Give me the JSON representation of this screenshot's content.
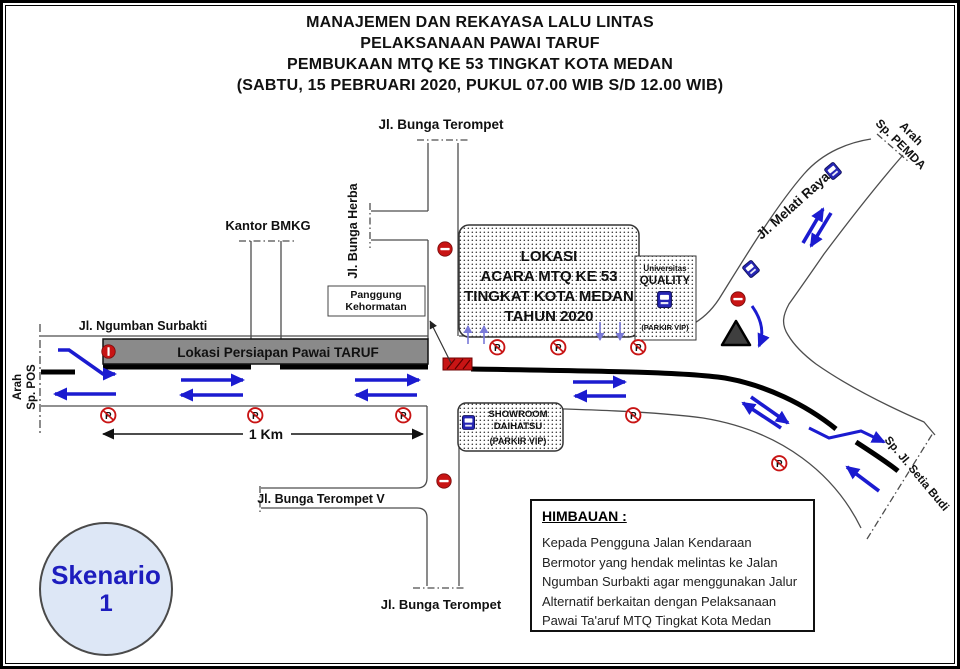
{
  "title": {
    "line1": "MANAJEMEN DAN REKAYASA LALU LINTAS",
    "line2": "PELAKSANAAN PAWAI TARUF",
    "line3": "PEMBUKAAN MTQ KE 53 TINGKAT KOTA MEDAN",
    "line4": "(SABTU, 15 PEBRUARI 2020, PUKUL 07.00 WIB S/D 12.00 WIB)"
  },
  "map": {
    "streets": {
      "bunga_terompet_top": "Jl. Bunga Terompet",
      "bunga_herba": "Jl. Bunga Herba",
      "kantor_bmkg": "Kantor BMKG",
      "ngumban_surbakti": "Jl. Ngumban Surbakti",
      "arah_sp_pos_line1": "Arah",
      "arah_sp_pos_line2": "Sp. POS",
      "melati_raya": "Jl. Melati Raya",
      "arah_sp_pemda_line1": "Arah",
      "arah_sp_pemda_line2": "Sp. PEMDA",
      "setia_budi": "Sp. Jl. Setia Budi",
      "bunga_terompet_v": "Jl. Bunga Terompet V",
      "bunga_terompet_bottom": "Jl. Bunga Terompet"
    },
    "venue_box": {
      "line1": "LOKASI",
      "line2": "ACARA MTQ KE 53",
      "line3": "TINGKAT KOTA MEDAN",
      "line4": "TAHUN 2020"
    },
    "quality_box": {
      "line1": "Universitas",
      "line2": "QUALITY",
      "parking": "(PARKIR VIP)"
    },
    "showroom_box": {
      "line1": "SHOWROOM",
      "line2": "DAIHATSU",
      "parking": "(PARKIR VIP)"
    },
    "panggung_box": {
      "line1": "Panggung",
      "line2": "Kehormatan"
    },
    "staging_bar": {
      "label": "Lokasi Persiapan Pawai TARUF"
    },
    "distance": "1 Km"
  },
  "icons": {
    "no_parking_letter": "P"
  },
  "himbauan": {
    "heading": "HIMBAUAN :",
    "lines": [
      "Kepada Pengguna Jalan Kendaraan",
      "Bermotor yang hendak melintas ke Jalan",
      "Ngumban Surbakti agar menggunakan Jalur",
      "Alternatif berkaitan dengan Pelaksanaan",
      "Pawai Ta'aruf MTQ Tingkat Kota Medan"
    ]
  },
  "skenario": {
    "label": "Skenario",
    "number": "1"
  },
  "colors": {
    "arrow_blue": "#1b1bd0",
    "light_arrow": "#7a7ad8",
    "sign_red": "#c81414",
    "bar_gray": "#8a8a8a",
    "road_line": "#4d4d4d",
    "skenario_fill": "#dde7f6",
    "skenario_text": "#1d1dbe"
  }
}
